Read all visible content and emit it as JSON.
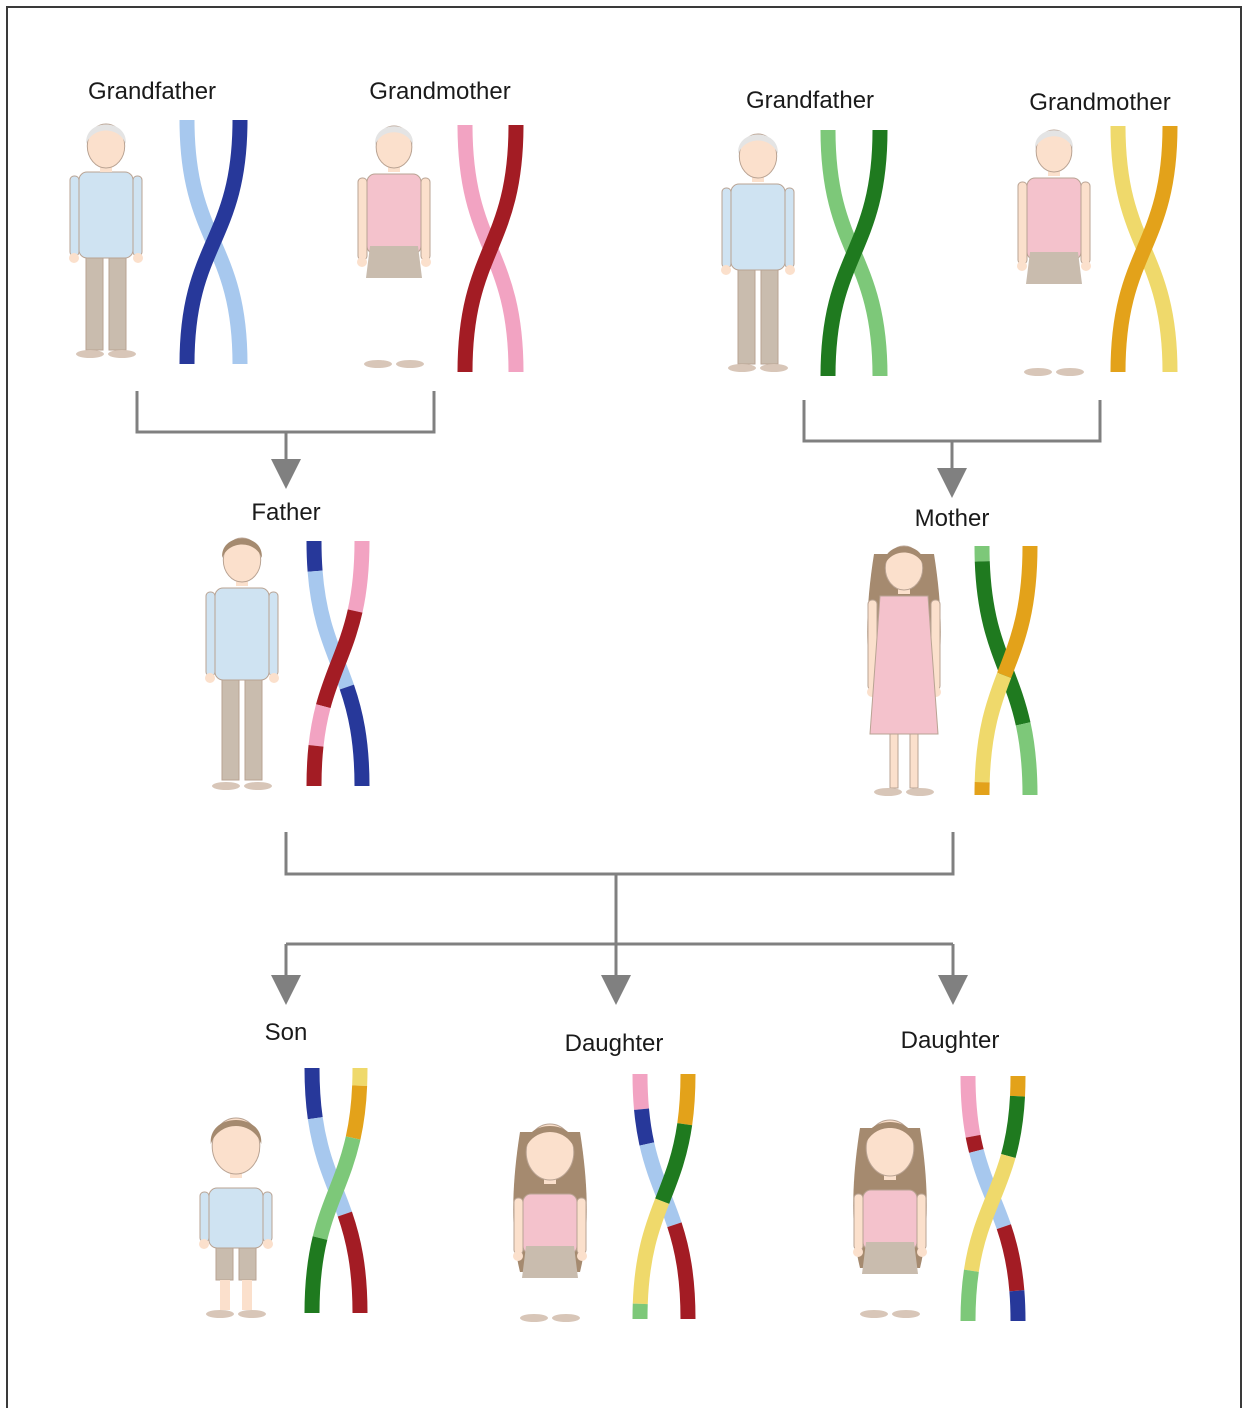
{
  "labels": {
    "grandfather_paternal": "Grandfather",
    "grandmother_paternal": "Grandmother",
    "grandfather_maternal": "Grandfather",
    "grandmother_maternal": "Grandmother",
    "father": "Father",
    "mother": "Mother",
    "son": "Son",
    "daughter_1": "Daughter",
    "daughter_2": "Daughter"
  },
  "colors": {
    "light_blue": "#a7c8ee",
    "dark_blue": "#27389a",
    "pink": "#f2a3c2",
    "dark_red": "#a31c24",
    "light_green": "#7dc879",
    "dark_green": "#1f7a1f",
    "yellow": "#efd96b",
    "orange": "#e3a21a",
    "line": "#808080",
    "shirt": "#cfe3f2",
    "pants": "#c9bcae",
    "skin": "#fbe0cc",
    "hair_grey": "#e4e4e4",
    "hair_brown": "#a58a6f",
    "top_pink": "#f4c2cc"
  }
}
